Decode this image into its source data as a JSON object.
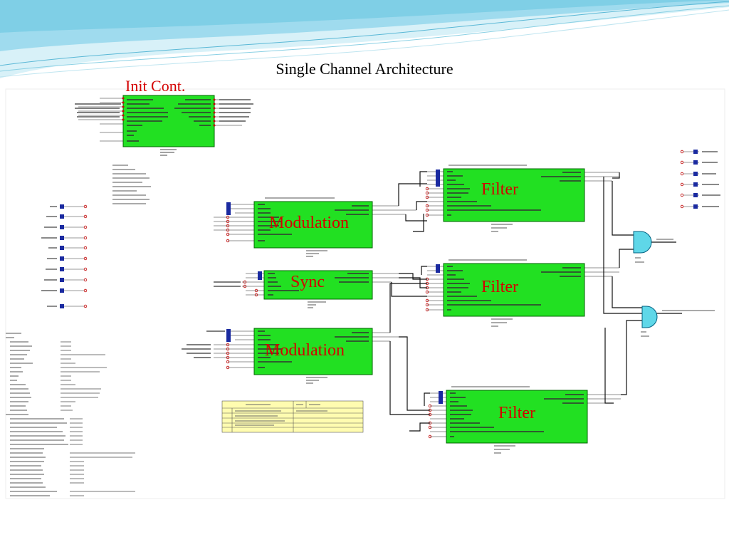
{
  "slide": {
    "title": "Single Channel Architecture"
  },
  "labels": {
    "init_cont": "Init Cont.",
    "modulation_1": "Modulation",
    "sync": "Sync",
    "modulation_2": "Modulation",
    "filter_1": "Filter",
    "filter_2": "Filter",
    "filter_3": "Filter"
  },
  "colors": {
    "block_fill": "#22e022",
    "block_stroke": "#006400",
    "gate_fill": "#5fd7e8",
    "label_red": "#d40000",
    "swoosh_light": "#bfe9f3",
    "swoosh_mid": "#7fd3ea",
    "port_marker": "#c00000",
    "port_in": "#1a2aa0"
  },
  "icons": {
    "and_gate": "and-gate-icon",
    "port_out": "output-port-icon",
    "port_in": "input-port-icon"
  }
}
